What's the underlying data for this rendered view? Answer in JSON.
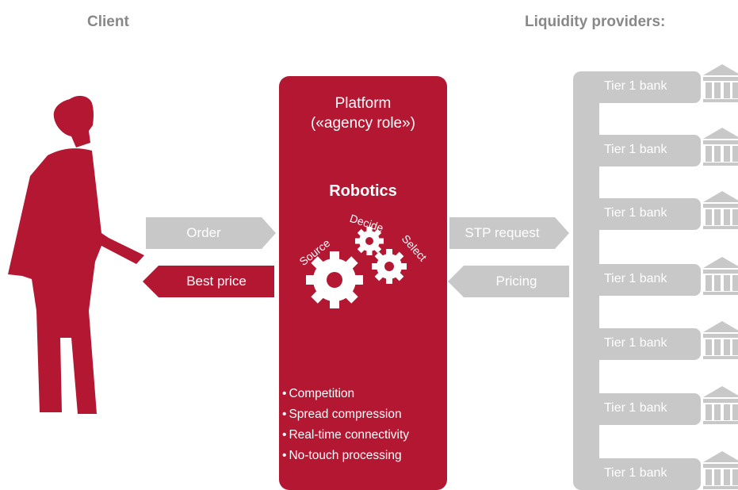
{
  "headings": {
    "client": "Client",
    "liquidity_providers": "Liquidity providers:"
  },
  "platform": {
    "title_line1": "Platform",
    "title_line2": "(«agency role»)",
    "robotics": "Robotics",
    "gear_words": [
      "Source",
      "Decide",
      "Select"
    ],
    "bullets": [
      "Competition",
      "Spread compression",
      "Real-time connectivity",
      "No-touch processing"
    ]
  },
  "flows": {
    "order": "Order",
    "best_price": "Best price",
    "stp_request": "STP request",
    "pricing": "Pricing"
  },
  "banks": [
    "Tier 1 bank",
    "Tier 1 bank",
    "Tier 1 bank",
    "Tier 1 bank",
    "Tier 1 bank",
    "Tier 1 bank",
    "Tier 1 bank"
  ],
  "icons": {
    "person": "person-icon",
    "gears": "gears-icon",
    "bank": "bank-building-icon"
  },
  "colors": {
    "brand_red": "#B41732",
    "grey": "#C8C8C8",
    "heading_grey": "#888888",
    "white": "#FFFFFF"
  }
}
